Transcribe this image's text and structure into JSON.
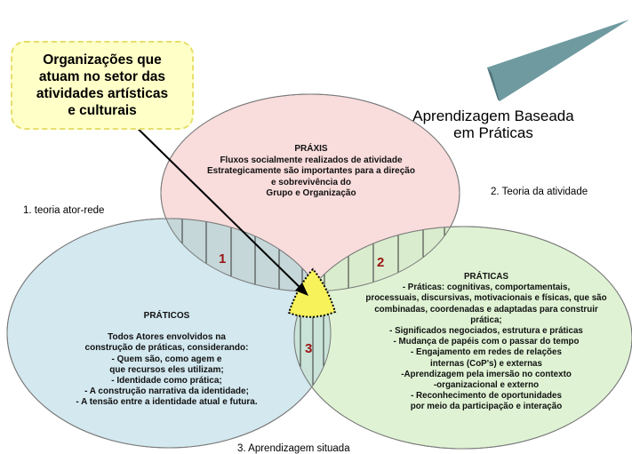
{
  "callout": {
    "text_lines": [
      "Organizações que",
      "atuam no setor das",
      "atividades artísticas",
      "e culturais"
    ]
  },
  "title": {
    "line1": "Aprendizagem Baseada",
    "line2": "em Práticas"
  },
  "theories": {
    "actor_network": "1. teoria ator-rede",
    "activity": "2. Teoria da atividade",
    "situated": "3. Aprendizagem situada"
  },
  "praxis": {
    "heading": "PRÁXIS",
    "lines": [
      "Fluxos socialmente realizados de atividade",
      "Estrategicamente são importantes para a direção",
      "e sobrevivência do",
      "Grupo e Organização"
    ]
  },
  "praticos": {
    "heading": "PRÁTICOS",
    "lines": [
      "Todos Atores envolvidos na",
      "construção de práticas, considerando:",
      "- Quem são,  como agem e",
      "que recursos eles utilizam;",
      "- Identidade como prática;",
      "- A construção narrativa da identidade;",
      "- A tensão entre a identidade atual e futura."
    ]
  },
  "praticas": {
    "heading": "PRÁTICAS",
    "lines": [
      "- Práticas: cognitivas, comportamentais,",
      "processuais, discursivas, motivacionais  e físicas, que são",
      "combinadas,  coordenadas e adaptadas para construir",
      "prática;",
      "- Significados negociados, estrutura e práticas",
      "- Mudança de papéis com o passar do tempo",
      "- Engajamento em redes de relações",
      "internas (CoP's) e externas",
      "-Aprendizagem pela  imersão no contexto",
      "-organizacional e externo",
      "- Reconhecimento de oportunidades",
      "por meio da participação e interação"
    ]
  },
  "intersections": {
    "n1": "1",
    "n2": "2",
    "n3": "3"
  },
  "colors": {
    "praxis_fill": "#f9dcdc",
    "praticos_fill": "#cfe6ee",
    "praticas_fill": "#dcf2cf",
    "center_fill": "#f7f25a",
    "number_color": "#9c1515",
    "callout_fill": "#ffffc8",
    "wedge_fill": "#6f9aa0"
  }
}
